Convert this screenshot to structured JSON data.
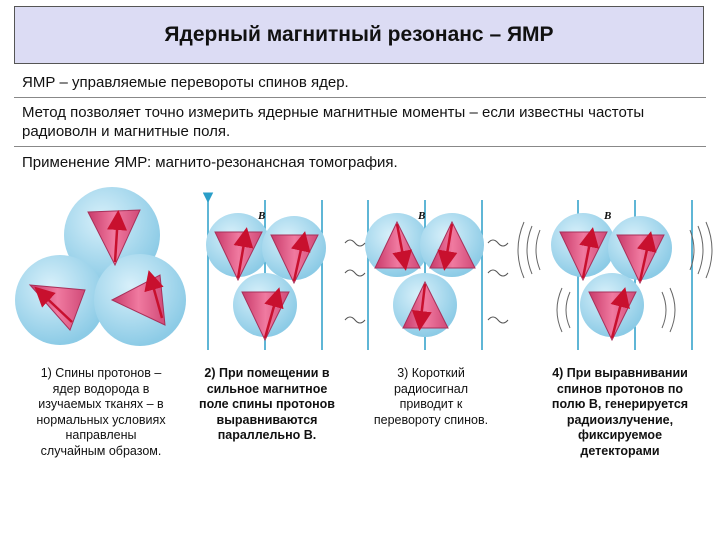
{
  "header": {
    "title": "Ядерный магнитный резонанс – ЯМР"
  },
  "body": {
    "line1": "ЯМР – управляемые перевороты спинов ядер.",
    "line2a": "Метод позволяет точно измерить ядерные магнитные моменты – если известны частоты",
    "line2b": "радиоволн и магнитные поля.",
    "line3": "Применение ЯМР: магнито-резонансная томография."
  },
  "figure": {
    "field_label": "B",
    "captions": [
      [
        "1) Спины протонов –",
        "ядер водорода в",
        "изучаемых тканях – в",
        "нормальных условиях",
        "направлены",
        "случайным образом."
      ],
      [
        "2) При помещении в",
        "сильное магнитное",
        "поле спины протонов",
        "выравниваются",
        "параллельно B."
      ],
      [
        "3) Короткий",
        "радиосигнал",
        "приводит к",
        "перевороту спинов."
      ],
      [
        "4) При выравнивании",
        "спинов протонов по",
        "полю B, генерируется",
        "радиоизлучение,",
        "фиксируемое",
        "детекторами"
      ]
    ]
  },
  "colors": {
    "sphere": "#a8d8ee",
    "cone": "#e85a88",
    "arrow": "#c8102e",
    "field_line": "#2a9ec8"
  }
}
